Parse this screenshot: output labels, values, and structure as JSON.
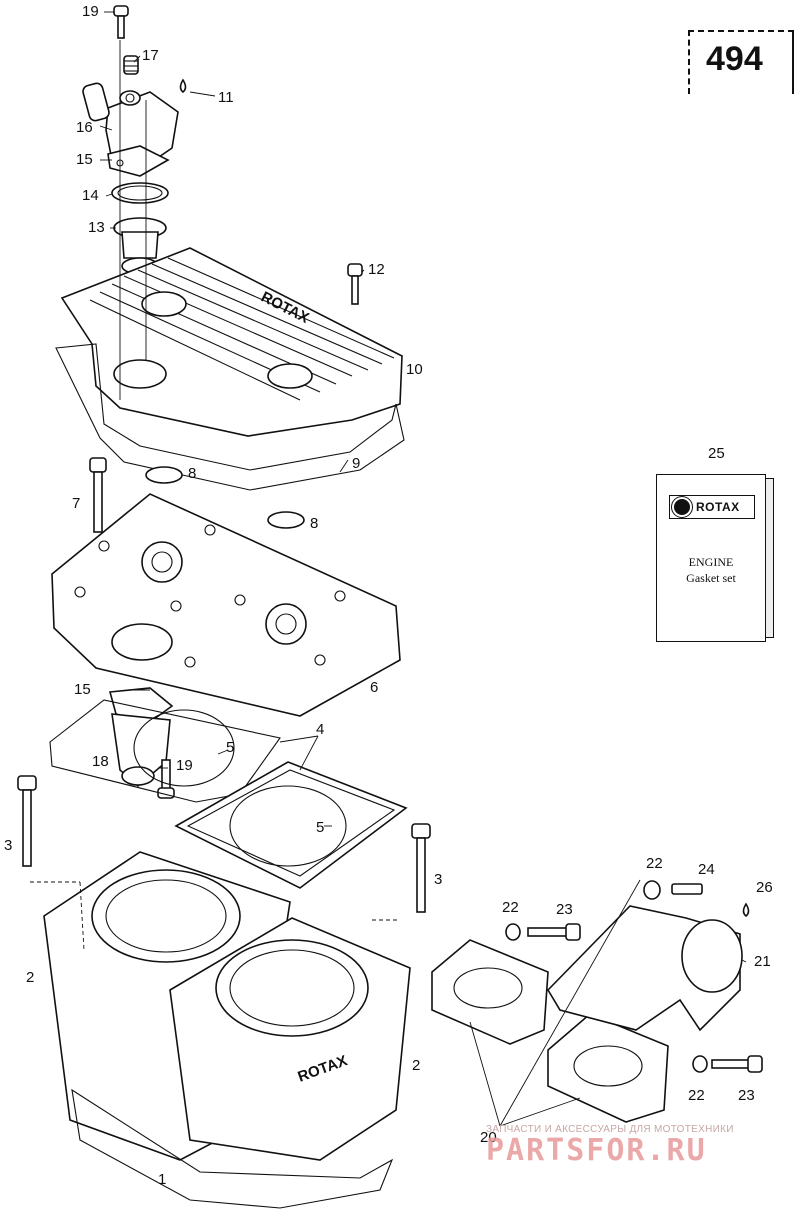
{
  "page_number": "494",
  "gasket_set": {
    "callout": "25",
    "brand": "ROTAX",
    "line1": "ENGINE",
    "line2": "Gasket set"
  },
  "watermark": {
    "tagline": "ЗАПЧАСТИ И АКСЕССУАРЫ ДЛЯ МОТОТЕХНИКИ",
    "brand": "PARTSFOR.RU"
  },
  "casting_lettering": "ROTAX",
  "callouts": {
    "c1": "1",
    "c2a": "2",
    "c2b": "2",
    "c3a": "3",
    "c3b": "3",
    "c4": "4",
    "c5a": "5",
    "c5b": "5",
    "c6": "6",
    "c7": "7",
    "c8a": "8",
    "c8b": "8",
    "c9": "9",
    "c10": "10",
    "c11": "11",
    "c12": "12",
    "c13": "13",
    "c14": "14",
    "c15a": "15",
    "c15b": "15",
    "c16": "16",
    "c17": "17",
    "c18": "18",
    "c19a": "19",
    "c19b": "19",
    "c20": "20",
    "c21": "21",
    "c22a": "22",
    "c22b": "22",
    "c22c": "22",
    "c23a": "23",
    "c23b": "23",
    "c24": "24",
    "c26": "26"
  }
}
